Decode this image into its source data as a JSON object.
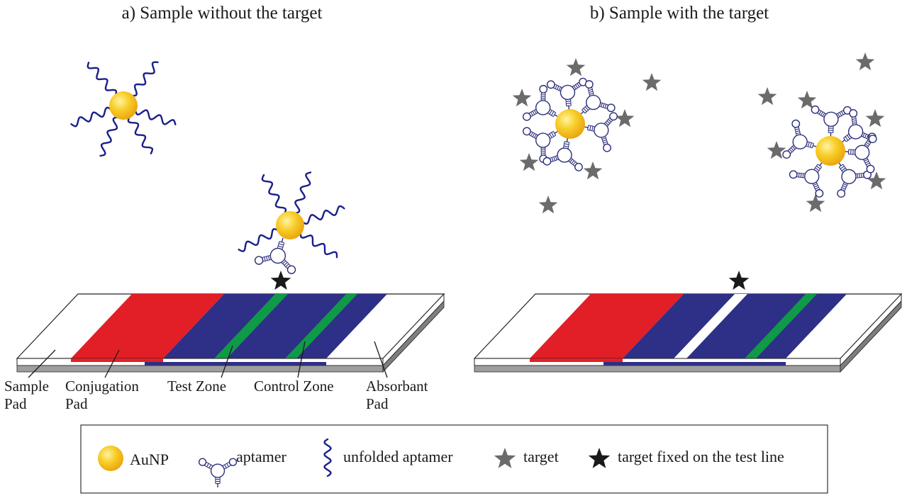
{
  "panels": {
    "a": {
      "title": "a) Sample without the target"
    },
    "b": {
      "title": "b) Sample with the target"
    }
  },
  "strip_labels": {
    "sample_pad": [
      "Sample",
      "Pad"
    ],
    "conjugation_pad": [
      "Conjugation",
      "Pad"
    ],
    "test_zone": "Test Zone",
    "control_zone": "Control Zone",
    "absorbant_pad": [
      "Absorbant",
      "Pad"
    ]
  },
  "legend": {
    "aunp": "AuNP",
    "aptamer": "aptamer",
    "unfolded": "unfolded aptamer",
    "target": "target",
    "target_fixed": "target fixed on the test line"
  },
  "colors": {
    "conjugation_pad": "#e21f26",
    "membrane": "#2e2f86",
    "line": "#0f9a48",
    "aunp": "#f5c21b",
    "unfolded_aptamer": "#1a1f8a",
    "aptamer_stroke": "#2b2f7a",
    "target": "#6b6b6b",
    "target_fixed": "#1a1a1a",
    "strip_base": "#9e9e9e"
  },
  "icons": {
    "aunp": "gold-nanoparticle-icon",
    "aptamer": "folded-aptamer-icon",
    "unfolded": "unfolded-aptamer-icon",
    "target": "gray-star-icon",
    "target_fixed": "black-star-icon"
  }
}
